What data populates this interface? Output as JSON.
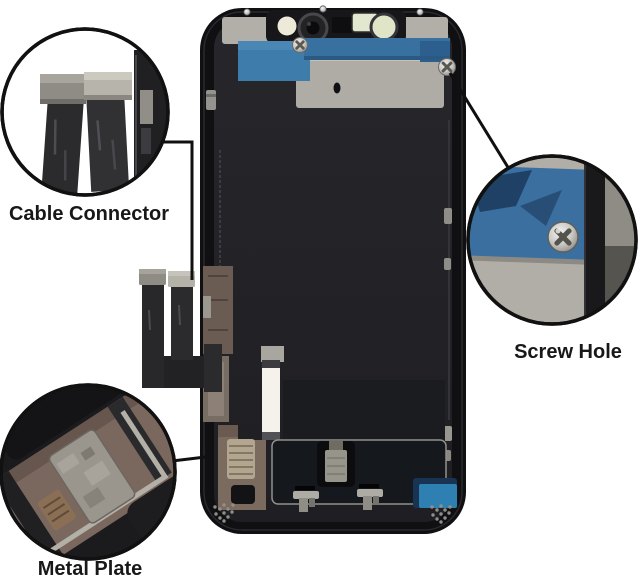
{
  "image": {
    "description": "Rear view of a smartphone LCD screen replacement assembly with three magnified part callouts",
    "background": "#ffffff"
  },
  "callouts": {
    "cable_connector": {
      "label": "Cable Connector"
    },
    "screw_hole": {
      "label": "Screw Hole"
    },
    "metal_plate": {
      "label": "Metal Plate"
    }
  },
  "colors": {
    "label_text": "#181818",
    "callout_stroke": "#111111",
    "adhesive_blue": "#3a6f9f",
    "adhesive_blue_bright": "#2e80b2",
    "plate_gray": "#b2afa9",
    "frame_black": "#101013",
    "bracket_brown": "#7b6a5e",
    "metal_silver": "#b5b2a9"
  }
}
